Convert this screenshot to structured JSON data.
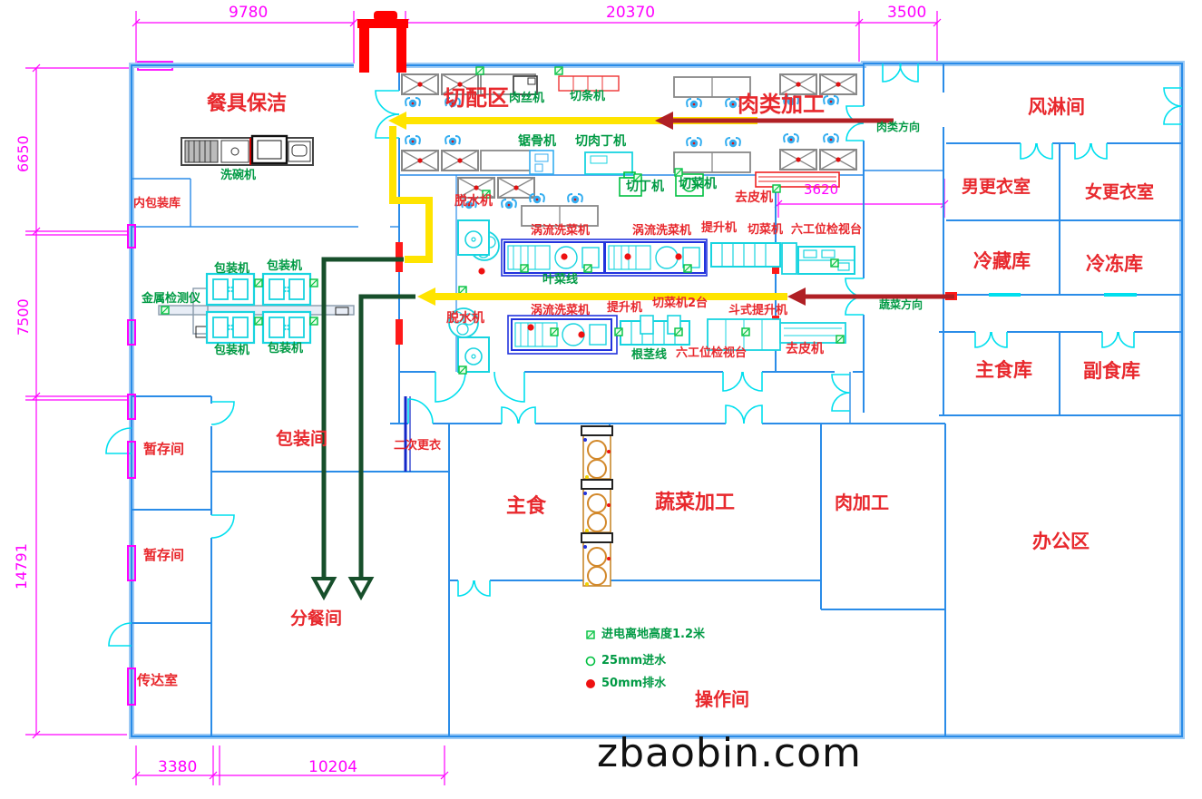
{
  "watermark": "zbaobin.com",
  "rooms": {
    "tableware_cleaning": "餐具保洁",
    "cutting_area": "切配区",
    "meat_processing_area": "肉类加工",
    "air_shower": "风淋间",
    "mens_changing": "男更衣室",
    "womens_changing": "女更衣室",
    "cold_storage": "冷藏库",
    "freezer": "冷冻库",
    "staple_storage": "主食库",
    "side_food_storage": "副食库",
    "office_area": "办公区",
    "meat_room": "肉加工",
    "vegetable_room": "蔬菜加工",
    "staple_room": "主食",
    "operation_room": "操作间",
    "meal_distribution": "分餐间",
    "packaging_room": "包装间",
    "temp_storage_1": "暂存间",
    "temp_storage_2": "暂存间",
    "reception": "传达室",
    "inner_packaging_storage": "内包装库",
    "second_changing": "二次更衣"
  },
  "equipment": {
    "dishwasher": "洗碗机",
    "meat_shredder": "肉丝机",
    "strip_cutter": "切条机",
    "bone_saw": "锯骨机",
    "meat_dicer": "切肉丁机",
    "dicer": "切丁机",
    "veg_cutter_top": "切菜机",
    "peeler_top": "去皮机",
    "dehydrator_1": "脱水机",
    "dehydrator_2": "脱水机",
    "vortex_washer_1": "涡流洗菜机",
    "vortex_washer_2": "涡流洗菜机",
    "vortex_washer_3": "涡流洗菜机",
    "elevator_1": "提升机",
    "elevator_2": "提升机",
    "veg_cutter_line": "切菜机",
    "veg_cutter_2units": "切菜机2台",
    "bucket_elevator": "斗式提升机",
    "inspection_table_1": "六工位检视台",
    "inspection_table_2": "六工位检视台",
    "leaf_veg_line": "叶菜线",
    "root_veg_line": "根茎线",
    "peeler_bottom": "去皮机",
    "metal_detector": "金属检测仪",
    "packer_1": "包装机",
    "packer_2": "包装机",
    "packer_3": "包装机",
    "packer_4": "包装机"
  },
  "flows": {
    "meat_direction": "肉类方向",
    "vegetable_direction": "蔬菜方向"
  },
  "dimensions": {
    "top": [
      "9780",
      "20370",
      "3500"
    ],
    "left": [
      "6650",
      "7500",
      "14791"
    ],
    "bottom": [
      "3380",
      "10204"
    ],
    "inner": [
      "3620"
    ]
  },
  "legend": {
    "power_height": "进电离地高度1.2米",
    "water_inlet": "25mm进水",
    "drain": "50mm排水"
  },
  "colors": {
    "wall": "#2a8ce8",
    "door": "#00dfee",
    "dimension": "#ff00ff",
    "room_label": "#e8282d",
    "equipment_label": "#009a44",
    "flow_yellow": "#ffe400",
    "flow_dark_red": "#b02025",
    "flow_dark_green": "#174f2b"
  }
}
